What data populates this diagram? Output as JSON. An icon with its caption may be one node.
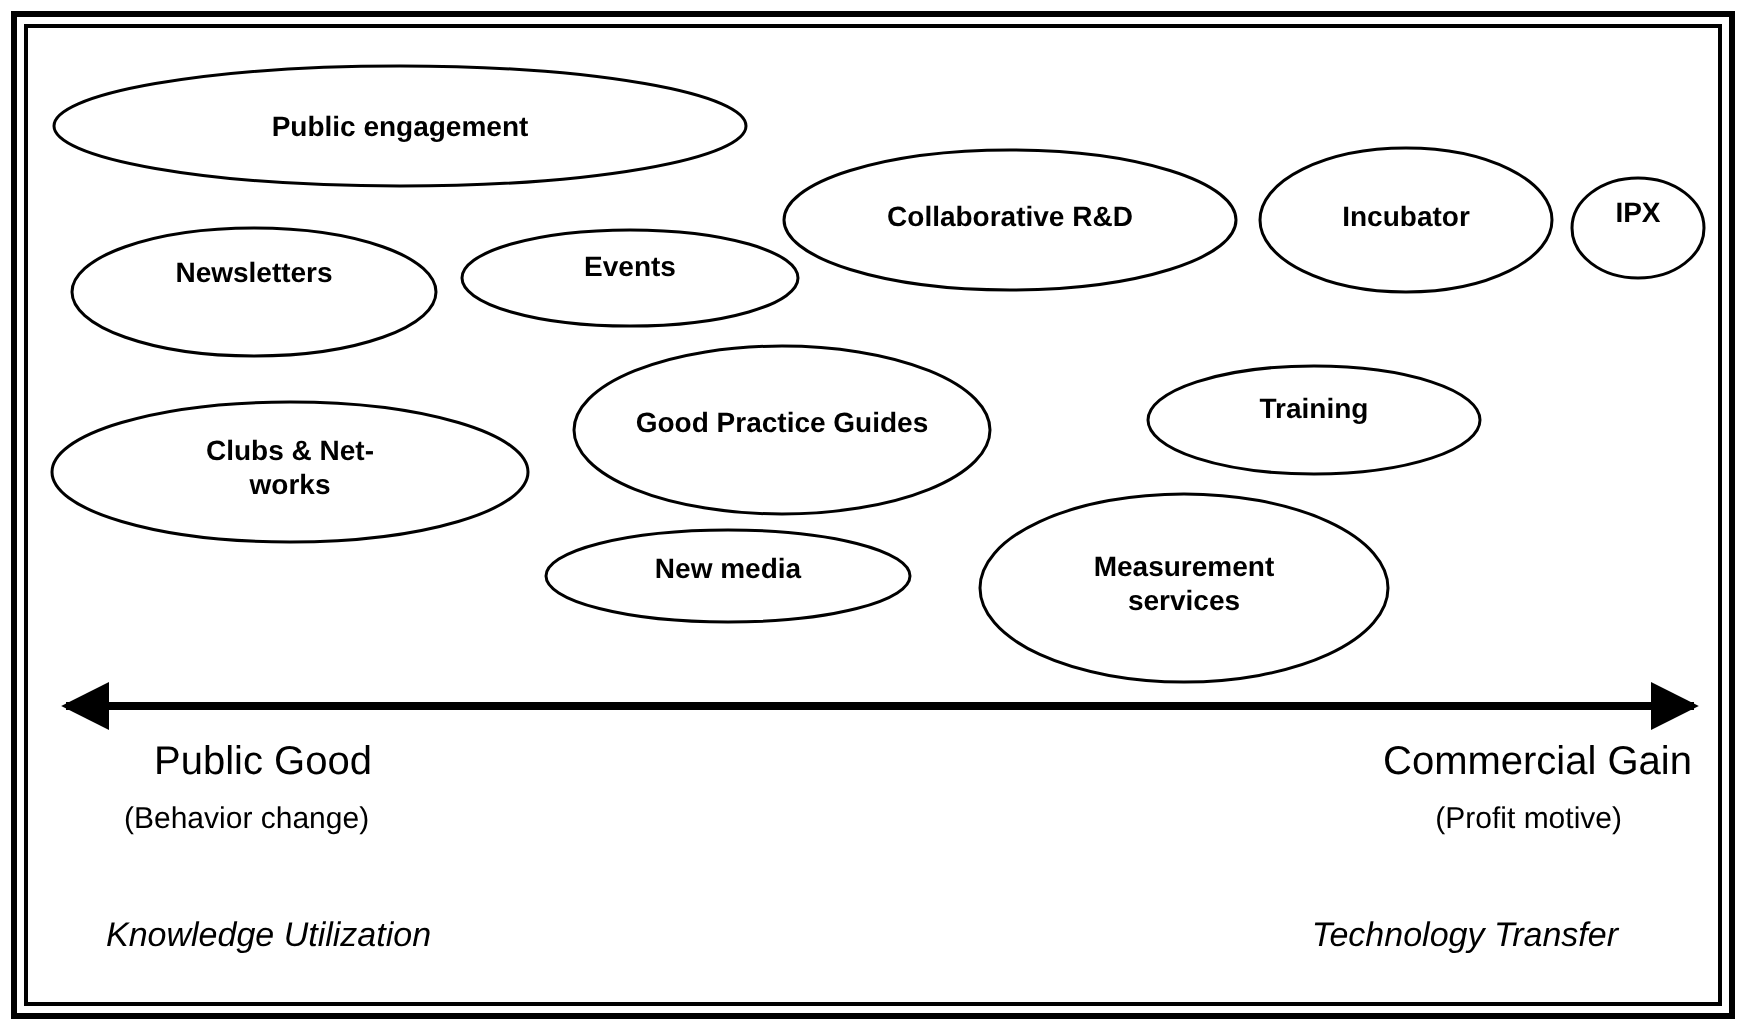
{
  "diagram": {
    "nodes": [
      {
        "text": [
          "Public engagement"
        ]
      },
      {
        "text": [
          "Collaborative R&D"
        ]
      },
      {
        "text": [
          "Incubator"
        ]
      },
      {
        "text": [
          "IPX"
        ]
      },
      {
        "text": [
          "Newsletters"
        ]
      },
      {
        "text": [
          "Events"
        ]
      },
      {
        "text": [
          "Good Practice Guides"
        ]
      },
      {
        "text": [
          "Training"
        ]
      },
      {
        "text": [
          "Clubs & Net- works"
        ]
      },
      {
        "text": [
          "New media"
        ]
      },
      {
        "text": [
          "Measurement services"
        ]
      }
    ],
    "labels": [
      "Public Good",
      "Commercial Gain",
      "(Behavior change)",
      "(Profit motive)",
      "Knowledge Utilization",
      "Technology Transfer"
    ]
  }
}
